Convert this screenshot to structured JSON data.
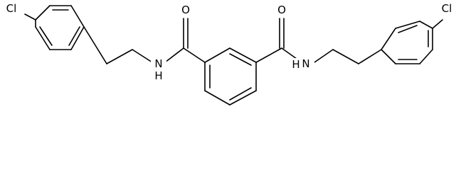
{
  "atoms": {
    "cl_left": "Cl",
    "nh_left": "N",
    "h_left": "H",
    "o_left": "O",
    "o_right": "O",
    "nh_right": "N",
    "h_right": "H",
    "cl_right": "Cl"
  },
  "colors": {
    "bond": "#000000",
    "label": "#000000",
    "background": "#ffffff"
  }
}
